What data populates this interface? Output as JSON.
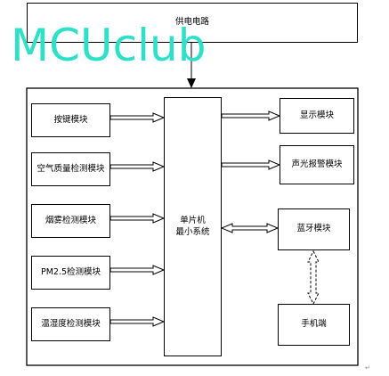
{
  "watermark": "MCUclub",
  "power": {
    "label": "供电电路"
  },
  "inputs": [
    {
      "label": "按键模块"
    },
    {
      "label": "空气质量检测模块"
    },
    {
      "label": "烟雾检测模块"
    },
    {
      "label": "PM2.5检测模块"
    },
    {
      "label": "温湿度检测模块"
    }
  ],
  "mcu": {
    "line1": "单片机",
    "line2": "最小系统"
  },
  "outputs": [
    {
      "label": "显示模块"
    },
    {
      "label": "声光报警模块"
    }
  ],
  "bluetooth": {
    "label": "蓝牙模块"
  },
  "phone": {
    "label": "手机端"
  },
  "corner_mark": "↵",
  "colors": {
    "watermark": "#2ee0c8",
    "stroke": "#000000"
  }
}
